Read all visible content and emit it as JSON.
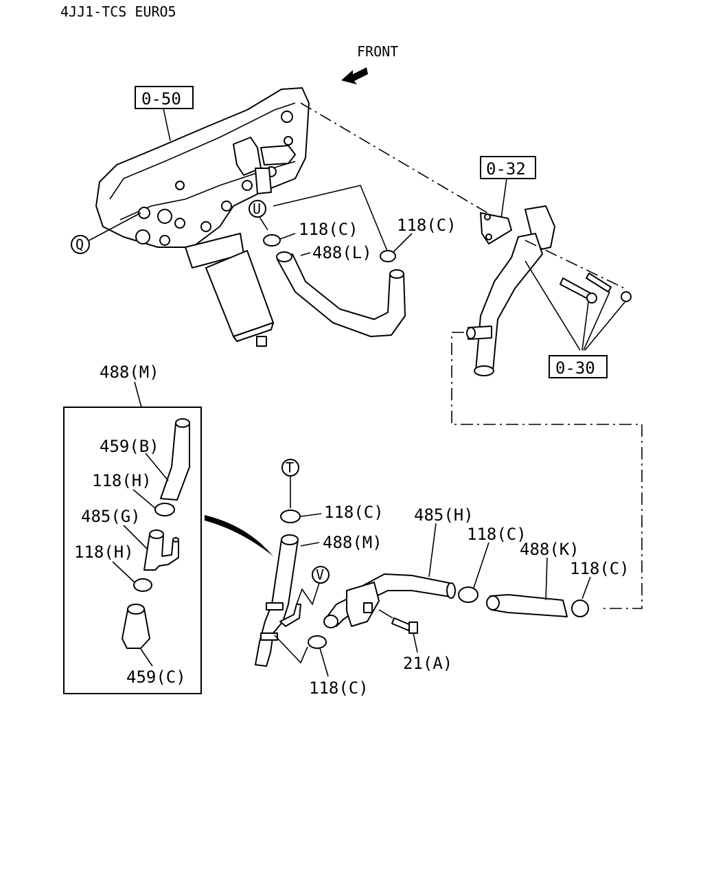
{
  "header": {
    "model": "4JJ1-TCS EURO5"
  },
  "direction": {
    "front_label": "FRONT"
  },
  "refs": {
    "r050": "0-50",
    "r032": "0-32",
    "r030": "0-30"
  },
  "circles": {
    "q": "Q",
    "u": "U",
    "t": "T",
    "v": "V"
  },
  "callouts": {
    "c118c_a": "118(C)",
    "c118c_b": "118(C)",
    "c488l": "488(L)",
    "c488m_top": "488(M)",
    "c459b": "459(B)",
    "c118h_a": "118(H)",
    "c485g": "485(G)",
    "c118h_b": "118(H)",
    "c459c": "459(C)",
    "c118c_t": "118(C)",
    "c488m": "488(M)",
    "c485h": "485(H)",
    "c118c_d": "118(C)",
    "c488k": "488(K)",
    "c118c_e": "118(C)",
    "c21a": "21(A)",
    "c118c_f": "118(C)"
  },
  "icons": {
    "front_arrow": "front-arrow-icon"
  }
}
